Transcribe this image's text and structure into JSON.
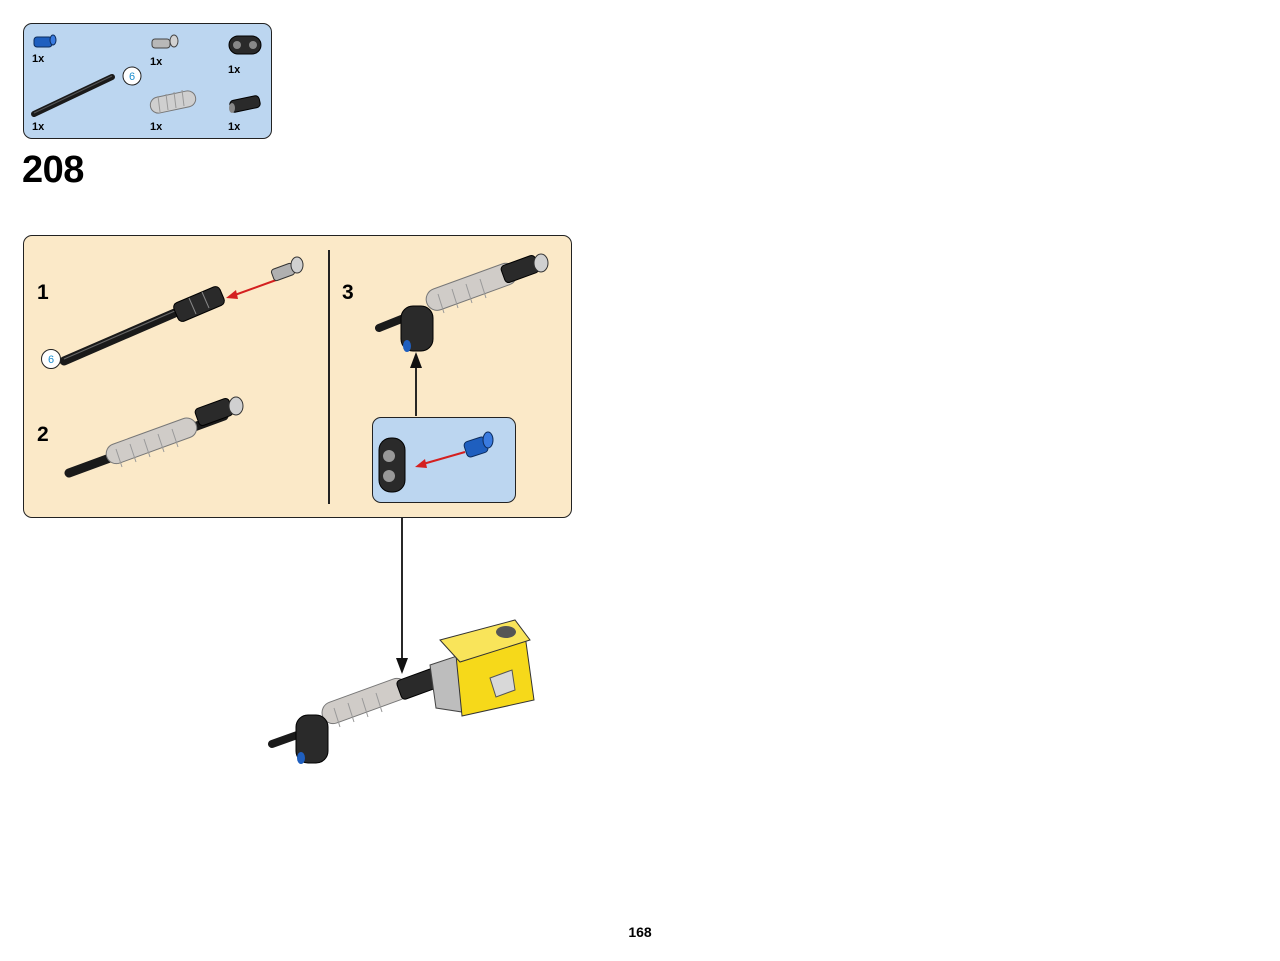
{
  "parts_list": {
    "items": [
      {
        "name": "blue-axle-pin",
        "qty": "1x"
      },
      {
        "name": "gray-axle-pin",
        "qty": "1x"
      },
      {
        "name": "black-beam-2",
        "qty": "1x"
      },
      {
        "name": "black-axle-6",
        "qty": "1x",
        "length_badge": "6"
      },
      {
        "name": "gray-flex-tube",
        "qty": "1x"
      },
      {
        "name": "black-axle-connector",
        "qty": "1x"
      }
    ]
  },
  "step": {
    "number": "208",
    "substeps": [
      {
        "number": "1",
        "axle_badge": "6"
      },
      {
        "number": "2"
      },
      {
        "number": "3"
      }
    ]
  },
  "colors": {
    "parts_panel": "#bcd6f0",
    "substep_panel": "#fbe9c8",
    "arrow_red": "#d42020",
    "badge_blue": "#1d8fd0",
    "part_yellow": "#f6d91a",
    "part_blue": "#1f5fbf"
  },
  "page": {
    "number": "168"
  }
}
